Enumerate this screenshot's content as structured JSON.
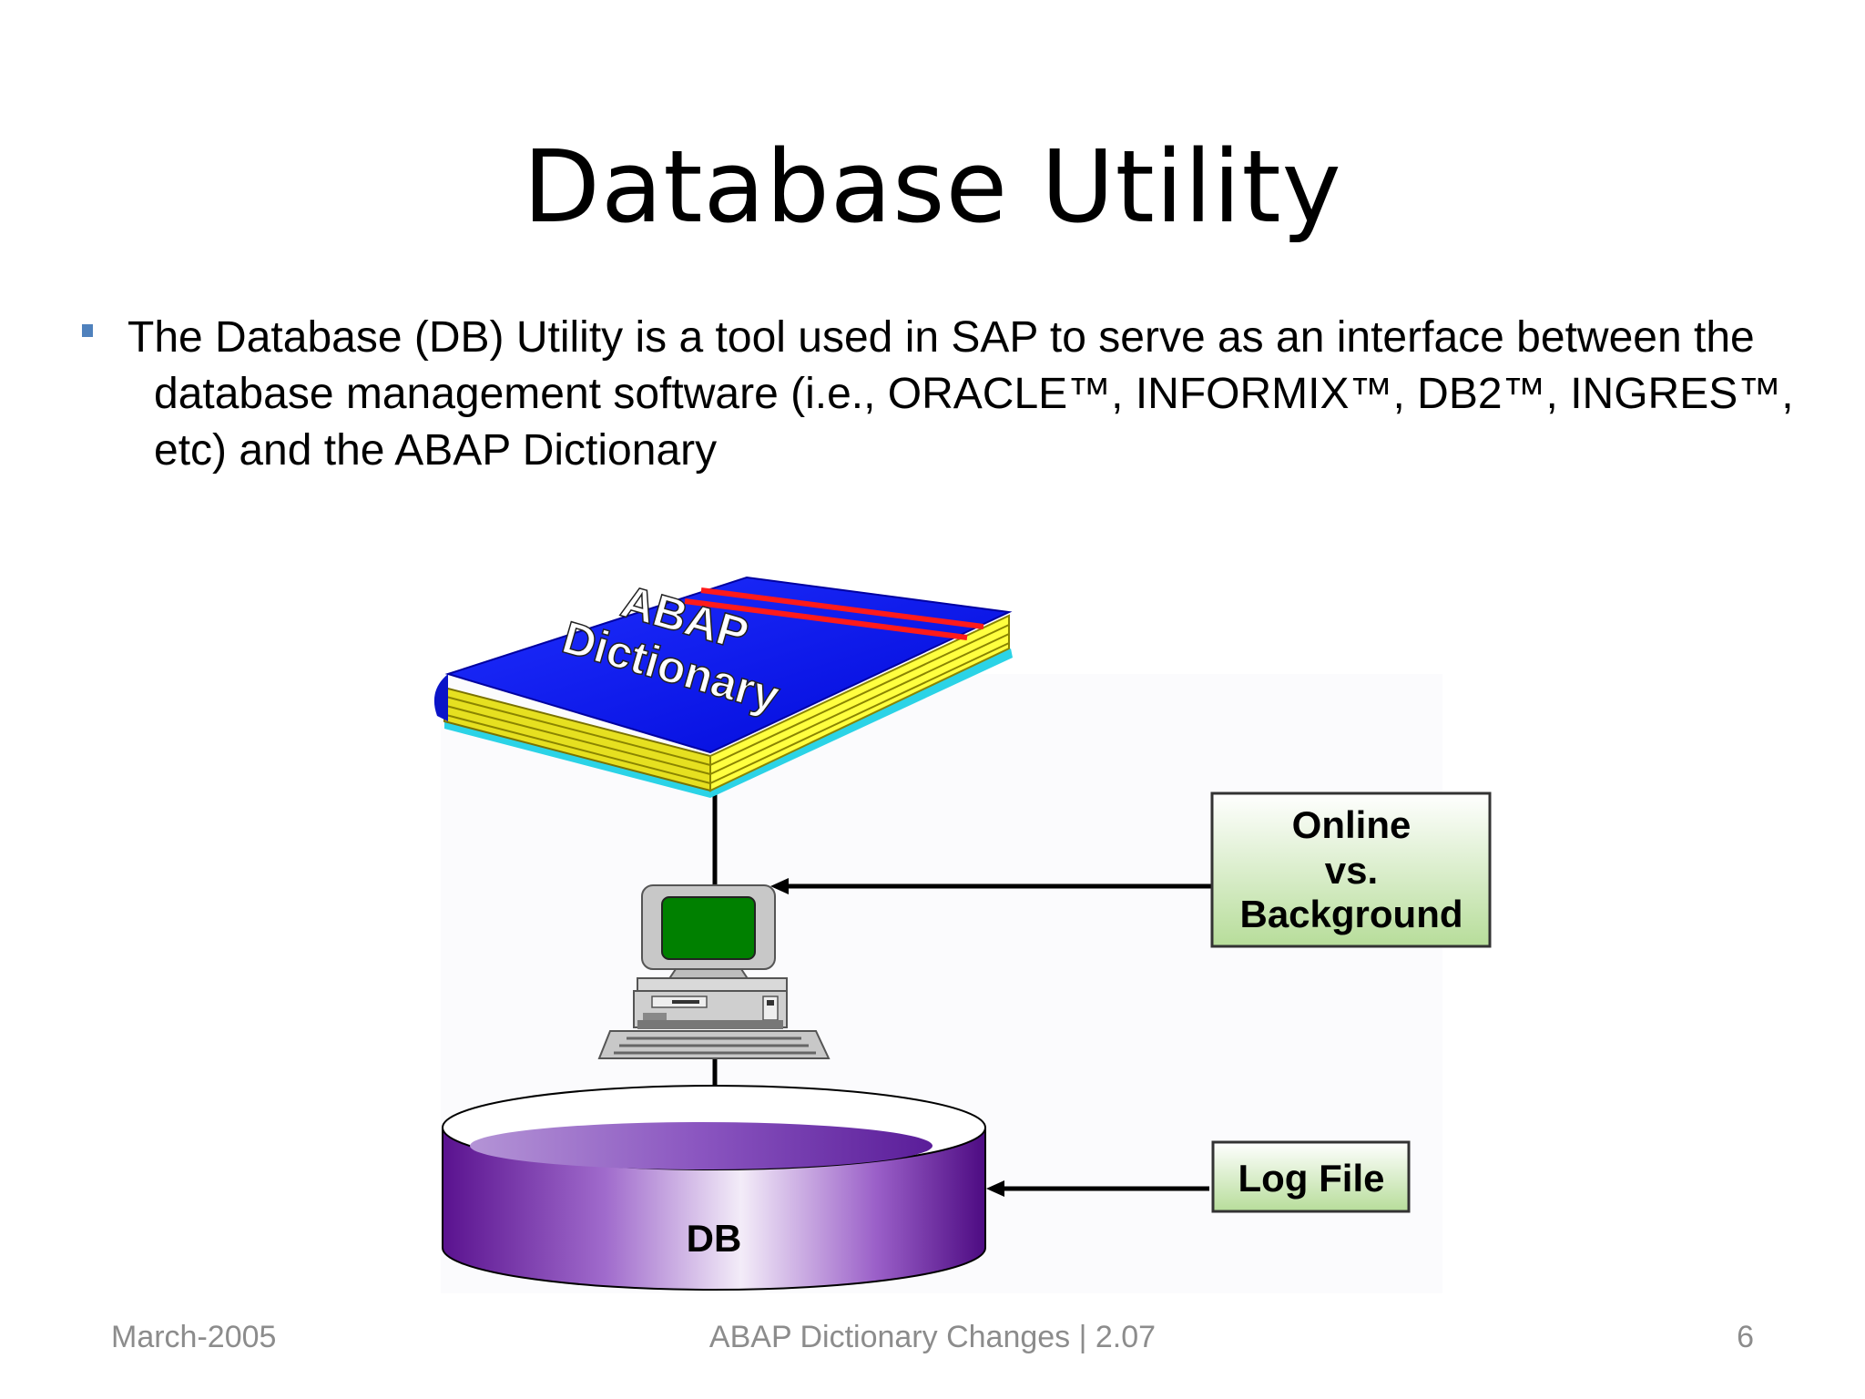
{
  "slide": {
    "title": "Database Utility",
    "bullet": "The Database (DB) Utility is a tool used in SAP to serve as an interface between the database management software (i.e., ORACLE™, INFORMIX™, DB2™, INGRES™, etc) and the ABAP Dictionary"
  },
  "diagram": {
    "book_line1": "ABAP",
    "book_line2": "Dictionary",
    "box_online_line1": "Online",
    "box_online_line2": "vs.",
    "box_online_line3": "Background",
    "box_log": "Log File",
    "db_label": "DB"
  },
  "colors": {
    "book_cover": "#0a14ff",
    "book_pages": "#ffff33",
    "screen": "#008000",
    "db_cylinder": "#6a1fa0",
    "box_fill_bottom": "#b7dd9a",
    "bullet": "#4f81bd"
  },
  "footer": {
    "date": "March-2005",
    "title": "ABAP Dictionary Changes | 2.07",
    "page": "6"
  }
}
